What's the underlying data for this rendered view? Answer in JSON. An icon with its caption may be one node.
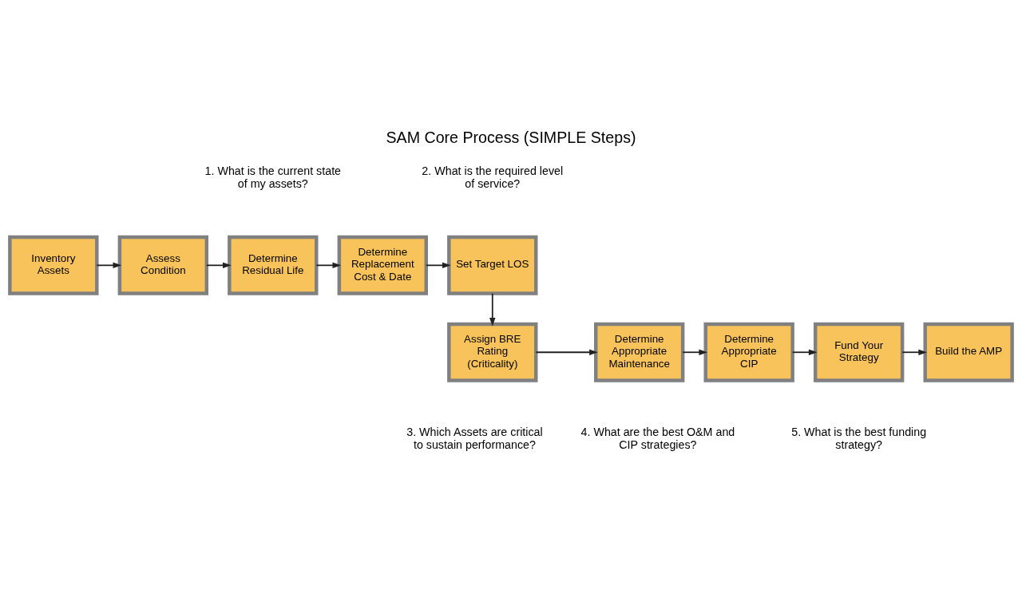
{
  "diagram": {
    "title": "SAM Core Process (SIMPLE Steps)",
    "nodes": [
      {
        "text": [
          "Inventory Assets"
        ]
      },
      {
        "text": [
          "Assess Condition"
        ]
      },
      {
        "text": [
          "Determine Residual Life"
        ]
      },
      {
        "text": [
          "Determine Replacement Cost & Date"
        ]
      },
      {
        "text": [
          "Set Target LOS"
        ]
      },
      {
        "text": [
          "Assign BRE Rating (Criticality)"
        ]
      },
      {
        "text": [
          "Determine Appropriate Maintenance"
        ]
      },
      {
        "text": [
          "Determine Appropriate CIP"
        ]
      },
      {
        "text": [
          "Fund Your Strategy"
        ]
      },
      {
        "text": [
          "Build the AMP"
        ]
      }
    ],
    "edges": [
      {
        "from": 0,
        "to": 1,
        "arrow": "to"
      },
      {
        "from": 1,
        "to": 2,
        "arrow": "to"
      },
      {
        "from": 2,
        "to": 3,
        "arrow": "to"
      },
      {
        "from": 3,
        "to": 4,
        "arrow": "to"
      },
      {
        "from": 4,
        "to": 5,
        "arrow": "to"
      },
      {
        "from": 5,
        "to": 6,
        "arrow": "to"
      },
      {
        "from": 6,
        "to": 7,
        "arrow": "to"
      },
      {
        "from": 7,
        "to": 8,
        "arrow": "to"
      },
      {
        "from": 8,
        "to": 9,
        "arrow": "to"
      }
    ],
    "labels": [
      "1. What is the current state of my assets?",
      "2. What is the required level of service?",
      "3. Which Assets are critical to sustain performance?",
      "4. What are the best O&M and CIP strategies?",
      "5. What is the best funding strategy?"
    ]
  }
}
